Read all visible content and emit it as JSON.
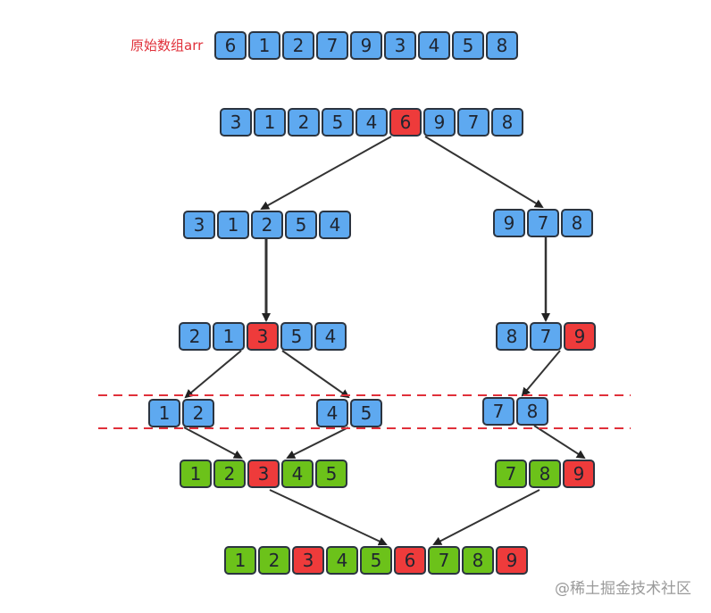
{
  "original_label": "原始数组arr",
  "watermark": "@稀土掘金技术社区",
  "colors": {
    "blue": "#5ea9f0",
    "red": "#ee3b3b",
    "green": "#6cc21a",
    "dashed_line": "#e0303a"
  },
  "rows": {
    "original": {
      "values": [
        6,
        1,
        2,
        7,
        9,
        3,
        4,
        5,
        8
      ],
      "colors": [
        "b",
        "b",
        "b",
        "b",
        "b",
        "b",
        "b",
        "b",
        "b"
      ]
    },
    "partition": {
      "values": [
        3,
        1,
        2,
        5,
        4,
        6,
        9,
        7,
        8
      ],
      "colors": [
        "b",
        "b",
        "b",
        "b",
        "b",
        "r",
        "b",
        "b",
        "b"
      ]
    },
    "left1": {
      "values": [
        3,
        1,
        2,
        5,
        4
      ],
      "colors": [
        "b",
        "b",
        "b",
        "b",
        "b"
      ]
    },
    "right1": {
      "values": [
        9,
        7,
        8
      ],
      "colors": [
        "b",
        "b",
        "b"
      ]
    },
    "left2": {
      "values": [
        2,
        1,
        3,
        5,
        4
      ],
      "colors": [
        "b",
        "b",
        "r",
        "b",
        "b"
      ]
    },
    "right2": {
      "values": [
        8,
        7,
        9
      ],
      "colors": [
        "b",
        "b",
        "r"
      ]
    },
    "leftA": {
      "values": [
        1,
        2
      ],
      "colors": [
        "b",
        "b"
      ]
    },
    "leftB": {
      "values": [
        4,
        5
      ],
      "colors": [
        "b",
        "b"
      ]
    },
    "rightA": {
      "values": [
        7,
        8
      ],
      "colors": [
        "b",
        "b"
      ]
    },
    "merged_left": {
      "values": [
        1,
        2,
        3,
        4,
        5
      ],
      "colors": [
        "g",
        "g",
        "r",
        "g",
        "g"
      ]
    },
    "merged_right": {
      "values": [
        7,
        8,
        9
      ],
      "colors": [
        "g",
        "g",
        "r"
      ]
    },
    "final": {
      "values": [
        1,
        2,
        3,
        4,
        5,
        6,
        7,
        8,
        9
      ],
      "colors": [
        "g",
        "g",
        "r",
        "g",
        "g",
        "r",
        "g",
        "g",
        "r"
      ]
    }
  }
}
